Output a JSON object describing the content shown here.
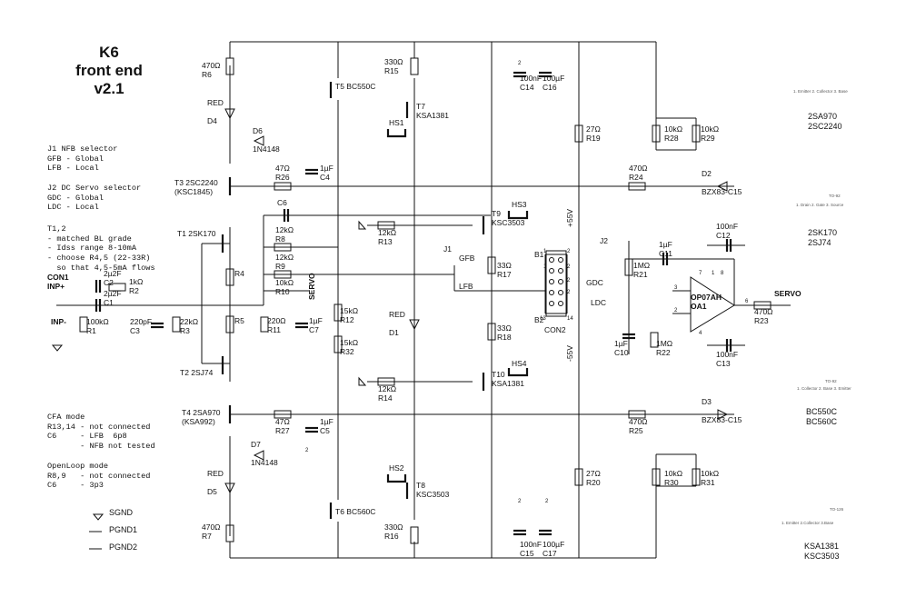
{
  "title": [
    "K6",
    "front end",
    "v2.1"
  ],
  "notes": {
    "j1": [
      "J1 NFB selector",
      "GFB - Global",
      "LFB - Local"
    ],
    "j2": [
      "J2 DC Servo selector",
      "GDC - Global",
      "LDC - Local"
    ],
    "t12": [
      "T1,2",
      "- matched BL grade",
      "- Idss range 8-10mA",
      "- choose R4,5 (22-33R)",
      "  so that 4,5-5mA flows"
    ],
    "cfa": [
      "CFA mode",
      "R13,14 - not connected",
      "C6     - LFB  6p8",
      "       - NFB not tested"
    ],
    "openloop": [
      "OpenLoop mode",
      "R8,9   - not connected",
      "C6     - 3p3"
    ]
  },
  "legend": [
    "SGND",
    "PGND1",
    "PGND2"
  ],
  "packages": [
    {
      "lines": [
        "2SA970",
        "2SC2240"
      ],
      "pins": "1. Emitter  2. Collector  3. Base",
      "pkg": ""
    },
    {
      "lines": [
        "2SK170",
        "2SJ74"
      ],
      "pins": "1. Drain  2. Gate  3. Source",
      "pkg": "TO-92"
    },
    {
      "lines": [
        "BC550C",
        "BC560C"
      ],
      "pins": "1. Collector  2. Base  3. Emitter",
      "pkg": "TO-92"
    },
    {
      "lines": [
        "KSA1381",
        "KSC3503"
      ],
      "pins": "1. Emitter  2.Collector  3.Base",
      "pkg": "TO-126"
    }
  ],
  "labels": [
    {
      "id": "R6",
      "t": [
        "470Ω",
        "R6"
      ]
    },
    {
      "id": "D4",
      "t": [
        "RED",
        "",
        "D4"
      ]
    },
    {
      "id": "T5",
      "t": [
        "T5 BC550C"
      ]
    },
    {
      "id": "R15",
      "t": [
        "330Ω",
        "R15"
      ]
    },
    {
      "id": "T7",
      "t": [
        "T7",
        "KSA1381"
      ]
    },
    {
      "id": "HS1",
      "t": [
        "HS1"
      ]
    },
    {
      "id": "D6",
      "t": [
        "D6",
        "",
        "1N4148"
      ]
    },
    {
      "id": "C14",
      "t": [
        "100nF",
        "C14"
      ]
    },
    {
      "id": "C16",
      "t": [
        "100µF",
        "C16"
      ]
    },
    {
      "id": "R19",
      "t": [
        "27Ω",
        "R19"
      ]
    },
    {
      "id": "R28",
      "t": [
        "10kΩ",
        "R28"
      ]
    },
    {
      "id": "R29",
      "t": [
        "10kΩ",
        "R29"
      ]
    },
    {
      "id": "T3",
      "t": [
        "T3 2SC2240",
        "(KSC1845)"
      ]
    },
    {
      "id": "R26",
      "t": [
        "47Ω",
        "R26"
      ]
    },
    {
      "id": "C4",
      "t": [
        "1µF",
        "C4"
      ]
    },
    {
      "id": "R24",
      "t": [
        "470Ω",
        "R24"
      ]
    },
    {
      "id": "D2",
      "t": [
        "D2",
        "",
        "BZX83-C15"
      ]
    },
    {
      "id": "C6",
      "t": [
        "C6"
      ]
    },
    {
      "id": "T9",
      "t": [
        "T9",
        "KSC3503"
      ]
    },
    {
      "id": "HS3",
      "t": [
        "HS3"
      ]
    },
    {
      "id": "R8",
      "t": [
        "12kΩ",
        "R8"
      ]
    },
    {
      "id": "R13",
      "t": [
        "12kΩ",
        "R13"
      ]
    },
    {
      "id": "T1",
      "t": [
        "T1 2SK170"
      ]
    },
    {
      "id": "R9",
      "t": [
        "12kΩ",
        "R9"
      ]
    },
    {
      "id": "P55",
      "t": [
        "+55V"
      ]
    },
    {
      "id": "C12",
      "t": [
        "100nF",
        "C12"
      ]
    },
    {
      "id": "J1",
      "t": [
        "J1"
      ]
    },
    {
      "id": "GFB",
      "t": [
        "GFB"
      ]
    },
    {
      "id": "J2",
      "t": [
        "J2"
      ]
    },
    {
      "id": "B1",
      "t": [
        "B1"
      ]
    },
    {
      "id": "R21",
      "t": [
        "1MΩ",
        "R21"
      ]
    },
    {
      "id": "C11",
      "t": [
        "1µF",
        "C11"
      ]
    },
    {
      "id": "R17",
      "t": [
        "33Ω",
        "R17"
      ]
    },
    {
      "id": "GDC",
      "t": [
        "GDC"
      ]
    },
    {
      "id": "LFB",
      "t": [
        "LFB"
      ]
    },
    {
      "id": "CON1",
      "t": [
        "CON1",
        "INP+"
      ]
    },
    {
      "id": "C2",
      "t": [
        "2µ2F",
        "C2"
      ]
    },
    {
      "id": "C1",
      "t": [
        "2µ2F",
        "C1"
      ]
    },
    {
      "id": "R2",
      "t": [
        "1kΩ",
        "R2"
      ]
    },
    {
      "id": "R4",
      "t": [
        "R4"
      ]
    },
    {
      "id": "R10",
      "t": [
        "10kΩ",
        "R10"
      ]
    },
    {
      "id": "SERVO",
      "t": [
        "SERVO"
      ]
    },
    {
      "id": "OA1",
      "t": [
        "OP07AH",
        "OA1"
      ]
    },
    {
      "id": "SERVO2",
      "t": [
        "SERVO"
      ]
    },
    {
      "id": "R23",
      "t": [
        "470Ω",
        "R23"
      ]
    },
    {
      "id": "LDC",
      "t": [
        "LDC"
      ]
    },
    {
      "id": "R12",
      "t": [
        "15kΩ",
        "R12"
      ]
    },
    {
      "id": "D1",
      "t": [
        "RED",
        "",
        "D1"
      ]
    },
    {
      "id": "INPm",
      "t": [
        "INP-"
      ]
    },
    {
      "id": "R1",
      "t": [
        "100kΩ",
        "R1"
      ]
    },
    {
      "id": "C3",
      "t": [
        "220pF",
        "C3"
      ]
    },
    {
      "id": "R3",
      "t": [
        "22kΩ",
        "R3"
      ]
    },
    {
      "id": "R5",
      "t": [
        "R5"
      ]
    },
    {
      "id": "R11",
      "t": [
        "220Ω",
        "R11"
      ]
    },
    {
      "id": "C7",
      "t": [
        "1µF",
        "C7"
      ]
    },
    {
      "id": "B2",
      "t": [
        "B2"
      ]
    },
    {
      "id": "CON2",
      "t": [
        "CON2"
      ]
    },
    {
      "id": "R18",
      "t": [
        "33Ω",
        "R18"
      ]
    },
    {
      "id": "C10",
      "t": [
        "1µF",
        "C10"
      ]
    },
    {
      "id": "R22",
      "t": [
        "1MΩ",
        "R22"
      ]
    },
    {
      "id": "R32",
      "t": [
        "15kΩ",
        "R32"
      ]
    },
    {
      "id": "N55",
      "t": [
        "-55V"
      ]
    },
    {
      "id": "C13",
      "t": [
        "100nF",
        "C13"
      ]
    },
    {
      "id": "T2",
      "t": [
        "T2 2SJ74"
      ]
    },
    {
      "id": "T10",
      "t": [
        "T10",
        "KSA1381"
      ]
    },
    {
      "id": "HS4",
      "t": [
        "HS4"
      ]
    },
    {
      "id": "R14",
      "t": [
        "12kΩ",
        "R14"
      ]
    },
    {
      "id": "T4",
      "t": [
        "T4 2SA970",
        "(KSA992)"
      ]
    },
    {
      "id": "R27",
      "t": [
        "47Ω",
        "R27"
      ]
    },
    {
      "id": "C5",
      "t": [
        "1µF",
        "C5"
      ]
    },
    {
      "id": "R25",
      "t": [
        "470Ω",
        "R25"
      ]
    },
    {
      "id": "D3",
      "t": [
        "D3",
        "",
        "BZX83-C15"
      ]
    },
    {
      "id": "D7",
      "t": [
        "D7",
        "",
        "1N4148"
      ]
    },
    {
      "id": "HS2",
      "t": [
        "HS2"
      ]
    },
    {
      "id": "T8",
      "t": [
        "T8",
        "KSC3503"
      ]
    },
    {
      "id": "R20",
      "t": [
        "27Ω",
        "R20"
      ]
    },
    {
      "id": "R30",
      "t": [
        "10kΩ",
        "R30"
      ]
    },
    {
      "id": "R31",
      "t": [
        "10kΩ",
        "R31"
      ]
    },
    {
      "id": "D5",
      "t": [
        "RED",
        "",
        "D5"
      ]
    },
    {
      "id": "T6",
      "t": [
        "T6 BC560C"
      ]
    },
    {
      "id": "R7",
      "t": [
        "470Ω",
        "R7"
      ]
    },
    {
      "id": "R16",
      "t": [
        "330Ω",
        "R16"
      ]
    },
    {
      "id": "C15",
      "t": [
        "100nF",
        "C15"
      ]
    },
    {
      "id": "C17",
      "t": [
        "100µF",
        "C17"
      ]
    }
  ],
  "pin_marks": [
    "1",
    "2",
    "2",
    "1",
    "2",
    "2",
    "13",
    "14",
    "7",
    "1",
    "8",
    "3",
    "2",
    "6",
    "4",
    "2",
    "2",
    "2",
    "2"
  ]
}
